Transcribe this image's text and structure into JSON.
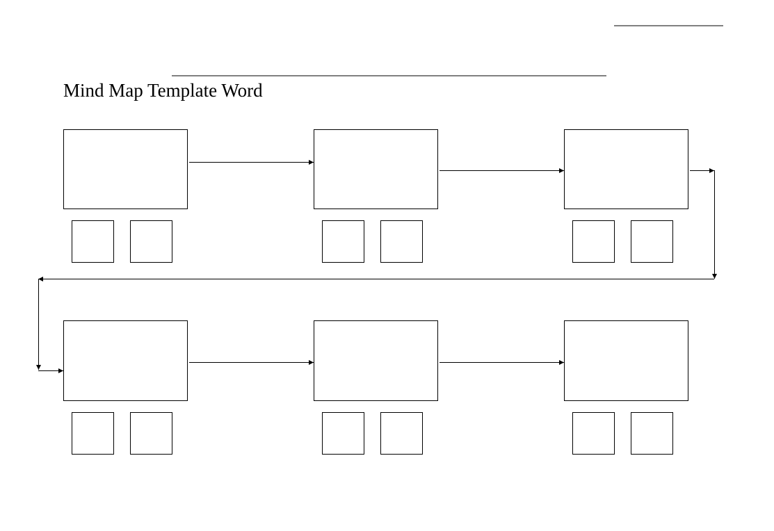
{
  "document": {
    "title": "Mind Map Template Word"
  },
  "diagram": {
    "type": "mind-map-flow",
    "rows": 2,
    "nodes_per_row": 3,
    "sub_boxes_per_node": 2,
    "node_labels": [
      "",
      "",
      "",
      "",
      "",
      ""
    ],
    "colors": {
      "stroke": "#000000",
      "fill": "#ffffff"
    }
  }
}
